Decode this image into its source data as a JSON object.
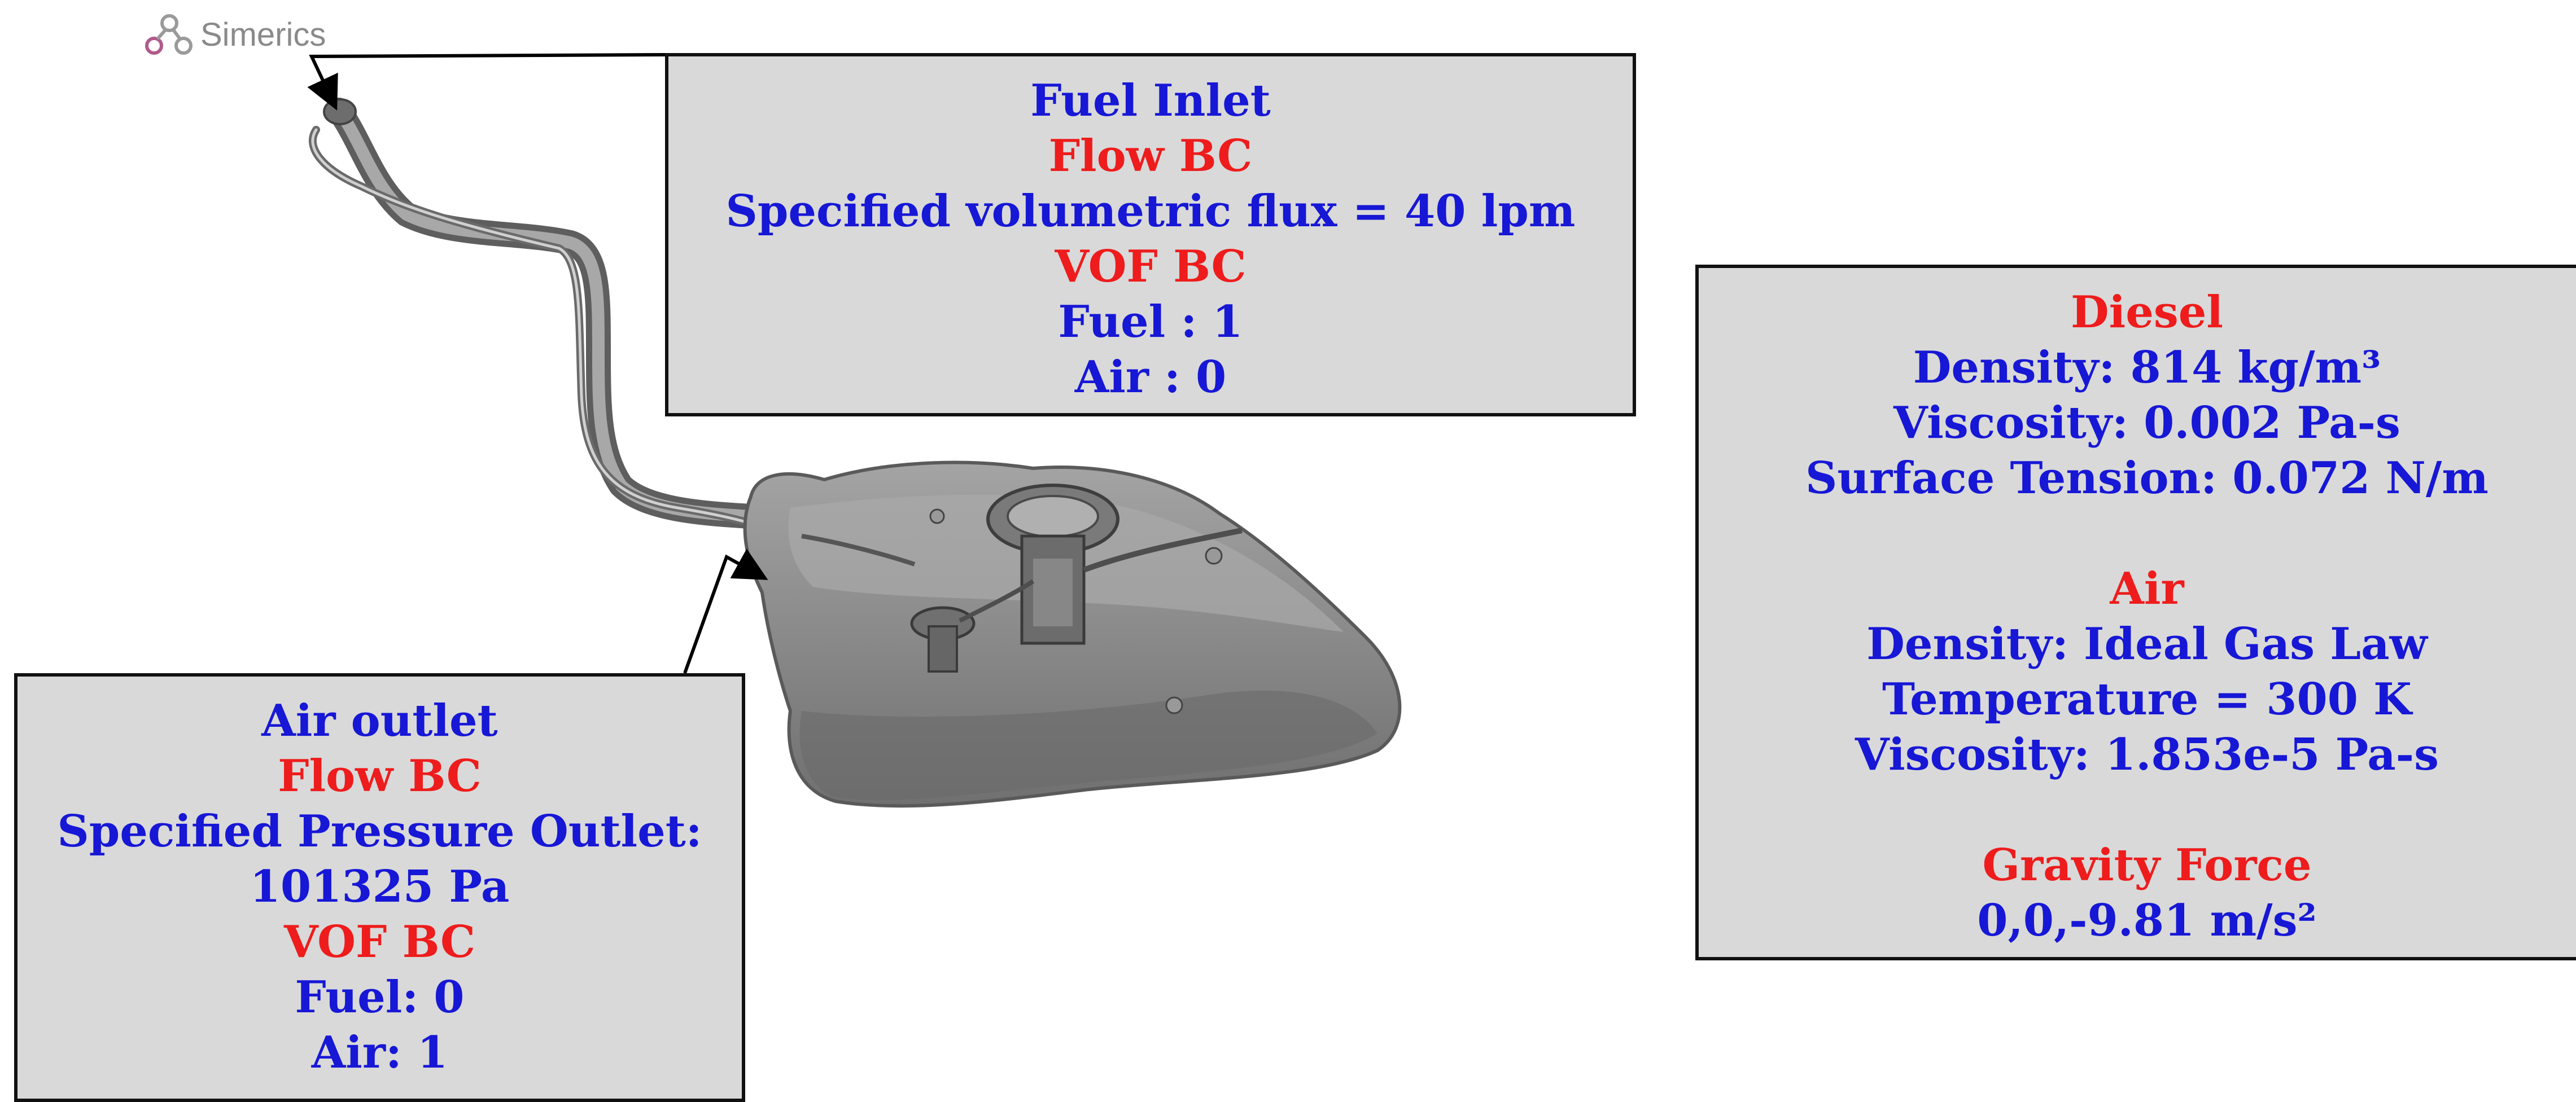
{
  "logo": {
    "text": "Simerics"
  },
  "fuel_inlet": {
    "title": "Fuel Inlet",
    "flow_bc_label": "Flow BC",
    "flow_bc_value": "Specified volumetric flux = 40 lpm",
    "vof_bc_label": "VOF BC",
    "fuel": "Fuel : 1",
    "air": "Air : 0"
  },
  "air_outlet": {
    "title": "Air outlet",
    "flow_bc_label": "Flow BC",
    "flow_bc_value_1": "Specified Pressure Outlet:",
    "flow_bc_value_2": "101325 Pa",
    "vof_bc_label": "VOF BC",
    "fuel": "Fuel: 0",
    "air": "Air: 1"
  },
  "properties": {
    "diesel": {
      "title": "Diesel",
      "density": "Density: 814 kg/m³",
      "viscosity": "Viscosity: 0.002 Pa-s",
      "surface_tension": "Surface Tension: 0.072 N/m"
    },
    "air": {
      "title": "Air",
      "density": "Density: Ideal Gas Law",
      "temperature": "Temperature = 300 K",
      "viscosity": "Viscosity: 1.853e-5 Pa-s"
    },
    "gravity": {
      "title": "Gravity Force",
      "value": "0,0,-9.81 m/s²"
    }
  },
  "colors": {
    "label_blue": "#1717d6",
    "label_red": "#ee1c1c",
    "box_fill": "#d9d9d9",
    "tank_gray": "#8f8f8f"
  }
}
